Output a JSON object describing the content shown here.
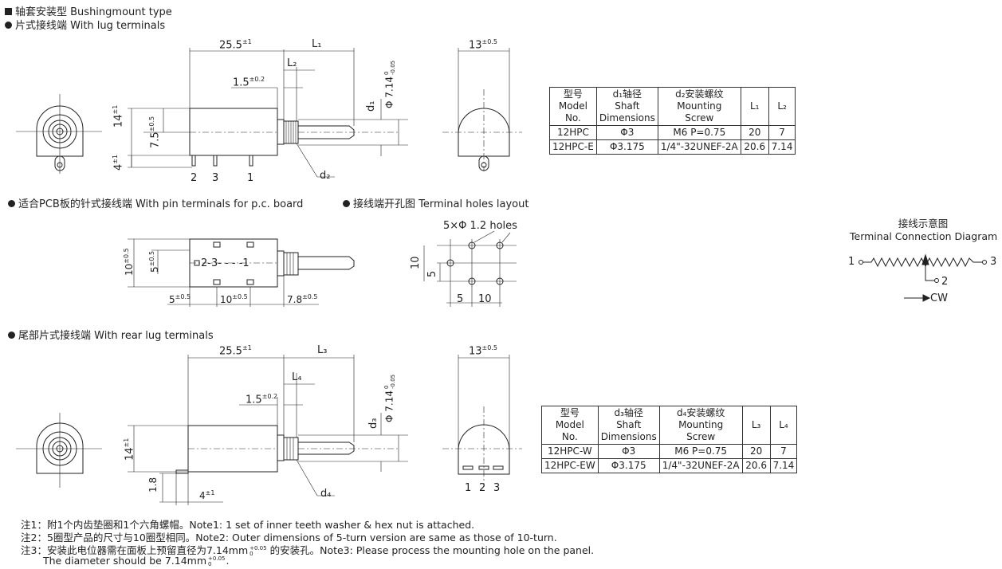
{
  "headers": {
    "bushing_mount": "轴套安装型 Bushingmount type",
    "lug_terminals": "片式接线端 With lug terminals",
    "pin_terminals": "适合PCB板的针式接线端 With pin terminals for p.c. board",
    "terminal_holes": "接线端开孔图 Terminal holes layout",
    "rear_lug": "尾部片式接线端 With rear lug terminals"
  },
  "top_view": {
    "dim_length": "25.5",
    "dim_length_tol": "±1",
    "dim_L1": "L₁",
    "dim_L2": "L₂",
    "dim_step": "1.5",
    "dim_step_tol": "±0.2",
    "dim_height": "14",
    "dim_height_tol": "±1",
    "dim_center": "7.5",
    "dim_center_tol": "±0.5",
    "dim_bottom": "4",
    "dim_bottom_tol": "±1",
    "dim_d1": "d₁",
    "dim_dia": "Φ 7.14",
    "dim_dia_tol_up": "0",
    "dim_dia_tol_dn": "-0.05",
    "dim_d2": "d₂",
    "pin_2": "2",
    "pin_3": "3",
    "pin_1": "1",
    "side_width": "13",
    "side_width_tol": "±0.5"
  },
  "table1": {
    "headers": [
      [
        "型号",
        "Model",
        "No."
      ],
      [
        "d₁轴径",
        "Shaft",
        "Dimensions"
      ],
      [
        "d₂安装螺纹",
        "Mounting",
        "Screw"
      ],
      [
        "L₁"
      ],
      [
        "L₂"
      ]
    ],
    "rows": [
      [
        "12HPC",
        "Φ3",
        "M6 P=0.75",
        "20",
        "7"
      ],
      [
        "12HPC-E",
        "Φ3.175",
        "1/4\"-32UNEF-2A",
        "20.6",
        "7.14"
      ]
    ]
  },
  "pcb_view": {
    "dim_height": "10",
    "dim_height_tol": "±0.5",
    "dim_half": "5",
    "dim_half_tol": "±0.5",
    "pin_label": "2-3- - - -1",
    "dim_a": "5",
    "dim_a_tol": "±0.5",
    "dim_b": "10",
    "dim_b_tol": "±0.5",
    "dim_c": "7.8",
    "dim_c_tol": "±0.5"
  },
  "holes": {
    "label": "5×Φ 1.2 holes",
    "dim_10": "10",
    "dim_5v": "5",
    "dim_5h": "5",
    "dim_10h": "10"
  },
  "connection": {
    "title_cn": "接线示意图",
    "title_en": "Terminal Connection Diagram",
    "t1": "1",
    "t3": "3",
    "t2": "2",
    "cw": "CW"
  },
  "rear_view": {
    "dim_length": "25.5",
    "dim_length_tol": "±1",
    "dim_L3": "L₃",
    "dim_L4": "L₄",
    "dim_step": "1.5",
    "dim_step_tol": "±0.2",
    "dim_height": "14",
    "dim_height_tol": "±1",
    "dim_18": "1.8",
    "dim_4": "4",
    "dim_4_tol": "±1",
    "dim_d3": "d₃",
    "dim_dia": "Φ 7.14",
    "dim_dia_tol": "-0.05",
    "dim_dia_tol_up": "0",
    "dim_d4": "d₄",
    "side_width": "13",
    "side_width_tol": "±0.5",
    "pin_1": "1",
    "pin_2": "2",
    "pin_3": "3"
  },
  "table2": {
    "headers": [
      [
        "型号",
        "Model",
        "No."
      ],
      [
        "d₃轴径",
        "Shaft",
        "Dimensions"
      ],
      [
        "d₄安装螺纹",
        "Mounting",
        "Screw"
      ],
      [
        "L₃"
      ],
      [
        "L₄"
      ]
    ],
    "rows": [
      [
        "12HPC-W",
        "Φ3",
        "M6 P=0.75",
        "20",
        "7"
      ],
      [
        "12HPC-EW",
        "Φ3.175",
        "1/4\"-32UNEF-2A",
        "20.6",
        "7.14"
      ]
    ]
  },
  "notes": {
    "n1": "注1：附1个内齿垫圈和1个六角螺帽。Note1: 1 set of inner teeth washer & hex nut is attached.",
    "n2": "注2：5圈型产品的尺寸与10圈型相同。Note2: Outer dimensions of 5-turn version are same as those of 10-turn.",
    "n3a": "注3：安装此电位器需在面板上预留直径为7.14mm",
    "n3tol_up": "+0.05",
    "n3tol_dn": "0",
    "n3b": "的安装孔。Note3: Please process the mounting hole on the panel.",
    "n4a": "The diameter should be 7.14mm",
    "n4tol_up": "+0.05",
    "n4tol_dn": "0",
    "n4b": "."
  }
}
